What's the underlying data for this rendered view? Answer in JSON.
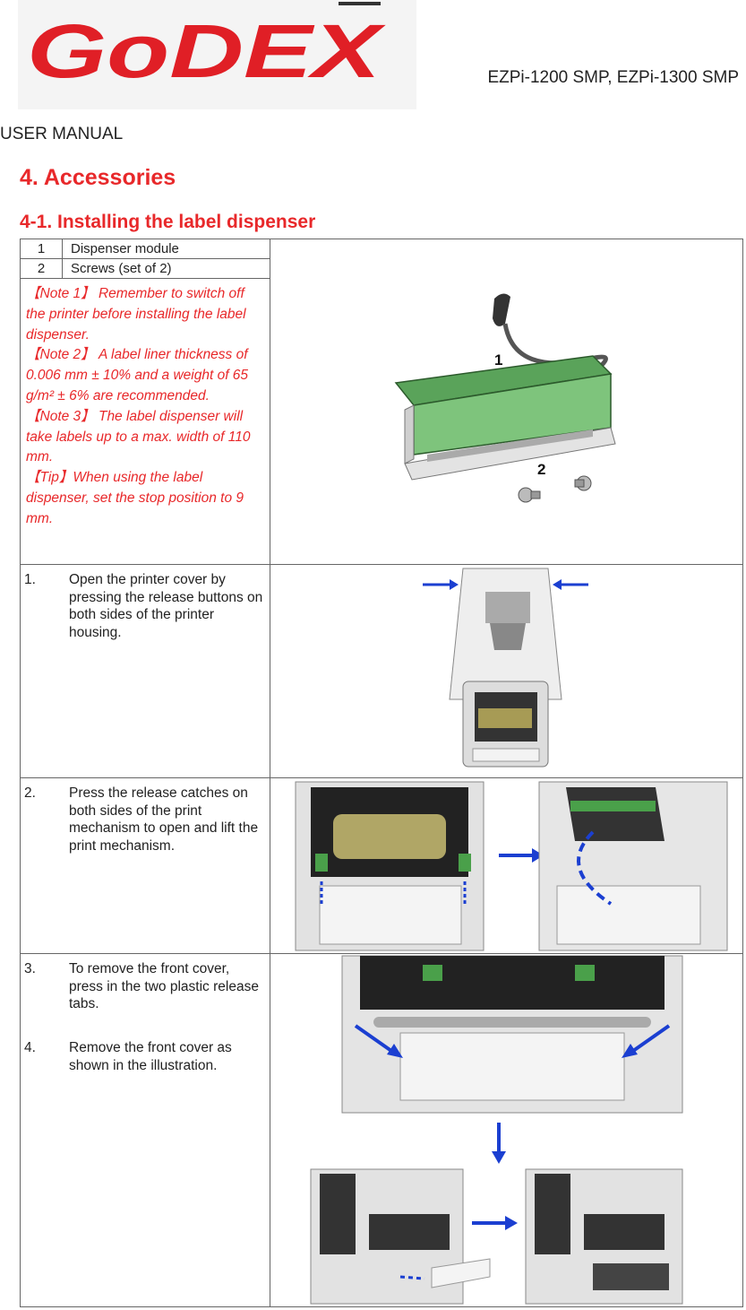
{
  "header": {
    "logo_text": "GoDEX",
    "model": "EZPi-1200 SMP, EZPi-1300 SMP",
    "manual": "USER MANUAL"
  },
  "section": {
    "title": "4. Accessories",
    "subtitle": "4-1. Installing the label dispenser"
  },
  "parts": [
    {
      "num": "1",
      "label": "Dispenser module"
    },
    {
      "num": "2",
      "label": "Screws (set of 2)"
    }
  ],
  "notes": [
    "【Note 1】 Remember to switch off the printer before installing the label dispenser.",
    "【Note 2】 A label liner thickness of 0.006 mm ± 10% and a weight of 65 g/m² ± 6% are recommended.",
    "【Note 3】 The label dispenser will take labels up to a max. width of 110 mm.",
    "【Tip】When using the label dispenser, set the stop position to 9 mm."
  ],
  "figure_labels": {
    "part1": "1",
    "part2": "2"
  },
  "steps": [
    {
      "num": "1.",
      "text": "Open the printer cover by pressing the release buttons on both sides of the printer housing."
    },
    {
      "num": "2.",
      "text": "Press the release catches on both sides of the print mechanism to open and lift the print mechanism."
    },
    {
      "num": "3.",
      "text": "To remove the front cover, press in the two plastic release tabs."
    },
    {
      "num": "4.",
      "text": "Remove the front cover as shown in the illustration."
    }
  ],
  "colors": {
    "accent": "#e8282a",
    "arrow": "#1b3fd1"
  }
}
